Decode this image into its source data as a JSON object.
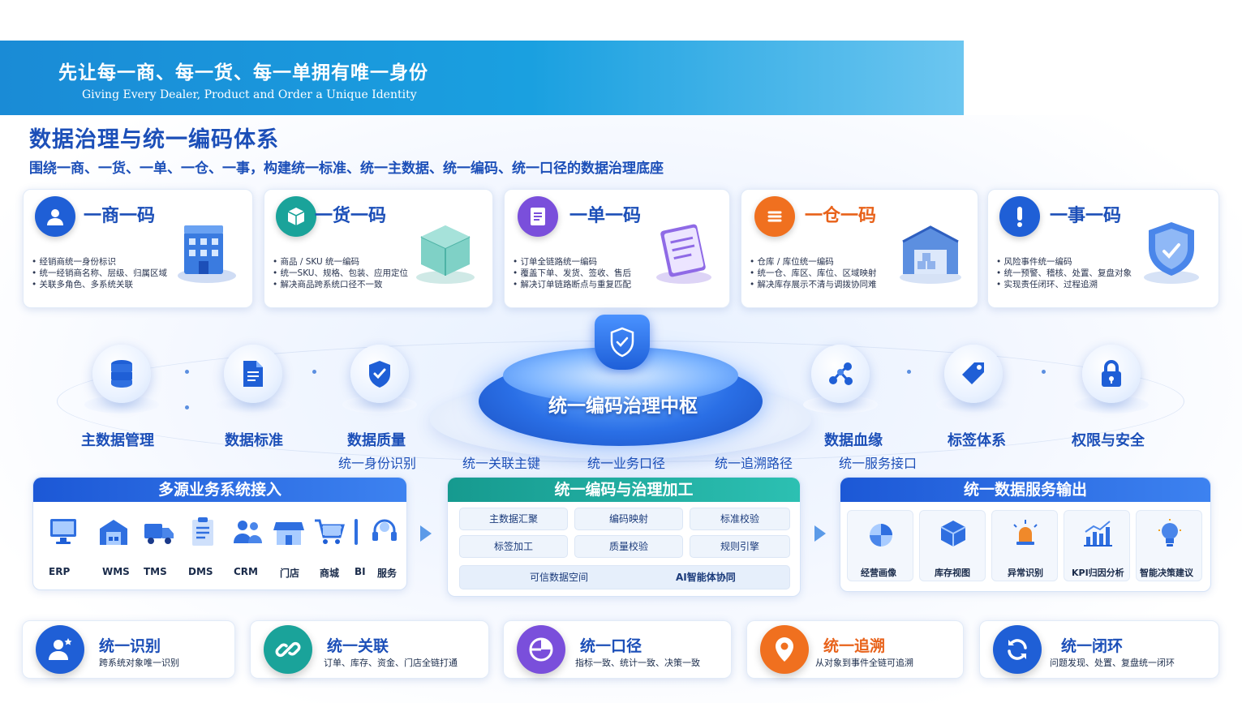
{
  "banner": {
    "title": "先让每一商、每一货、每一单拥有唯一身份",
    "subtitle": "Giving Every Dealer, Product and Order a Unique Identity"
  },
  "main": {
    "title": "数据治理与统一编码体系",
    "subtitle": "围绕一商、一货、一单、一仓、一事，构建统一标准、统一主数据、统一编码、统一口径的数据治理底座"
  },
  "cards": [
    {
      "title": "一商一码",
      "icon": "user-icon",
      "color": "#1f5fd6",
      "lines": [
        "经销商统一身份标识",
        "统一经销商名称、层级、归属区域",
        "关联多角色、多系统关联"
      ]
    },
    {
      "title": "一货一码",
      "icon": "box-icon",
      "color": "#1aa39a",
      "lines": [
        "商品 / SKU 统一编码",
        "统一SKU、规格、包装、应用定位",
        "解决商品跨系统口径不一致"
      ]
    },
    {
      "title": "一单一码",
      "icon": "document-icon",
      "color": "#7a4fdb",
      "lines": [
        "订单全链路统一编码",
        "覆盖下单、发货、签收、售后",
        "解决订单链路断点与重复匹配"
      ]
    },
    {
      "title": "一仓一码",
      "icon": "list-icon",
      "color": "#f0701f",
      "lines": [
        "仓库 / 库位统一编码",
        "统一仓、库区、库位、区域映射",
        "解决库存展示不清与调拨协同难"
      ]
    },
    {
      "title": "一事一码",
      "icon": "alert-icon",
      "color": "#1f5fd6",
      "lines": [
        "风险事件统一编码",
        "统一预警、稽核、处置、复盘对象",
        "实现责任闭环、过程追溯"
      ]
    }
  ],
  "hub": {
    "title": "统一编码治理中枢",
    "nodes": [
      {
        "label": "主数据管理",
        "icon": "database-icon"
      },
      {
        "label": "数据标准",
        "icon": "file-icon"
      },
      {
        "label": "数据质量",
        "icon": "shield-check-icon"
      },
      {
        "label": "数据血缘",
        "icon": "share-icon"
      },
      {
        "label": "标签体系",
        "icon": "tag-icon"
      },
      {
        "label": "权限与安全",
        "icon": "lock-icon"
      }
    ],
    "pills": [
      "统一身份识别",
      "统一关联主键",
      "统一业务口径",
      "统一追溯路径",
      "统一服务接口"
    ]
  },
  "sources": {
    "title": "多源业务系统接入",
    "items": [
      {
        "label": "ERP",
        "icon": "monitor-icon"
      },
      {
        "label": "WMS",
        "icon": "warehouse-icon"
      },
      {
        "label": "TMS",
        "icon": "truck-icon"
      },
      {
        "label": "DMS",
        "icon": "clipboard-icon"
      },
      {
        "label": "CRM",
        "icon": "people-icon"
      },
      {
        "label": "门店",
        "icon": "store-icon"
      },
      {
        "label": "商城",
        "icon": "cart-icon"
      },
      {
        "label": "BI",
        "icon": "bar-icon"
      },
      {
        "label": "服务",
        "icon": "headset-icon"
      }
    ]
  },
  "processing": {
    "title": "统一编码与治理加工",
    "cells": [
      "主数据汇聚",
      "编码映射",
      "标准校验",
      "标签加工",
      "质量校验",
      "规则引擎"
    ],
    "footer": [
      "可信数据空间",
      "AI智能体协同"
    ]
  },
  "output": {
    "title": "统一数据服务输出",
    "items": [
      {
        "label": "经营画像",
        "icon": "pie-icon"
      },
      {
        "label": "库存视图",
        "icon": "cube-icon"
      },
      {
        "label": "异常识别",
        "icon": "alarm-icon"
      },
      {
        "label": "KPI归因分析",
        "icon": "chart-icon"
      },
      {
        "label": "智能决策建议",
        "icon": "bulb-icon"
      }
    ]
  },
  "unify": [
    {
      "title": "统一识别",
      "desc": "跨系统对象唯一识别",
      "icon": "user-star-icon",
      "color": "#1f5fd6"
    },
    {
      "title": "统一关联",
      "desc": "订单、库存、资金、门店全链打通",
      "icon": "link-icon",
      "color": "#1aa39a"
    },
    {
      "title": "统一口径",
      "desc": "指标一致、统计一致、决策一致",
      "icon": "pie-icon",
      "color": "#7a4fdb"
    },
    {
      "title": "统一追溯",
      "desc": "从对象到事件全链可追溯",
      "icon": "location-icon",
      "color": "#f0701f"
    },
    {
      "title": "统一闭环",
      "desc": "问题发现、处置、复盘统一闭环",
      "icon": "refresh-icon",
      "color": "#1f5fd6"
    }
  ]
}
